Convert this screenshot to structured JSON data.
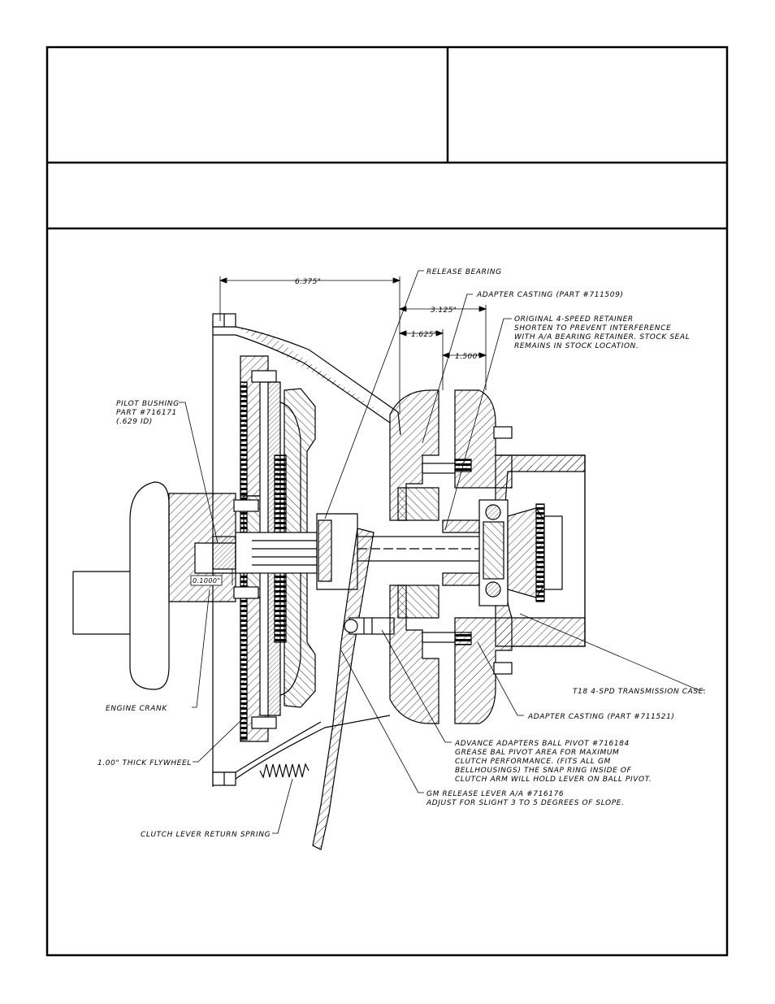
{
  "dimensions": {
    "d_6375": "6.375\"",
    "d_3125": "3.125\"",
    "d_1625": "1.625\"",
    "d_1500": "1.500\"",
    "d_gap": "0.1000\""
  },
  "callouts": {
    "release_bearing": "RELEASE BEARING",
    "adapter_casting_top": "ADAPTER CASTING (PART #711509)",
    "retainer": [
      "ORIGINAL 4-SPEED RETAINER",
      "SHORTEN TO PREVENT INTERFERENCE",
      "WITH A/A BEARING RETAINER. STOCK SEAL",
      "REMAINS IN STOCK LOCATION."
    ],
    "pilot_bushing": [
      "PILOT BUSHING",
      "PART #716171",
      "(.629 ID)"
    ],
    "engine_crank": "ENGINE CRANK",
    "flywheel": "1.00\" THICK FLYWHEEL",
    "return_spring": "CLUTCH LEVER RETURN SPRING",
    "transmission_case": "T18 4-SPD TRANSMISSION CASE.",
    "adapter_casting_bottom": "ADAPTER CASTING (PART #711521)",
    "ball_pivot": [
      "ADVANCE ADAPTERS BALL PIVOT #716184",
      "GREASE BAL PIVOT AREA FOR MAXIMUM",
      "CLUTCH PERFORMANCE. (FITS ALL GM",
      "BELLHOUSINGS) THE SNAP RING INSIDE OF",
      "CLUTCH ARM WILL HOLD LEVER ON BALL PIVOT."
    ],
    "release_lever": [
      "GM RELEASE LEVER A/A #716176",
      "ADJUST FOR SLIGHT 3 TO 5 DEGREES OF SLOPE."
    ]
  }
}
